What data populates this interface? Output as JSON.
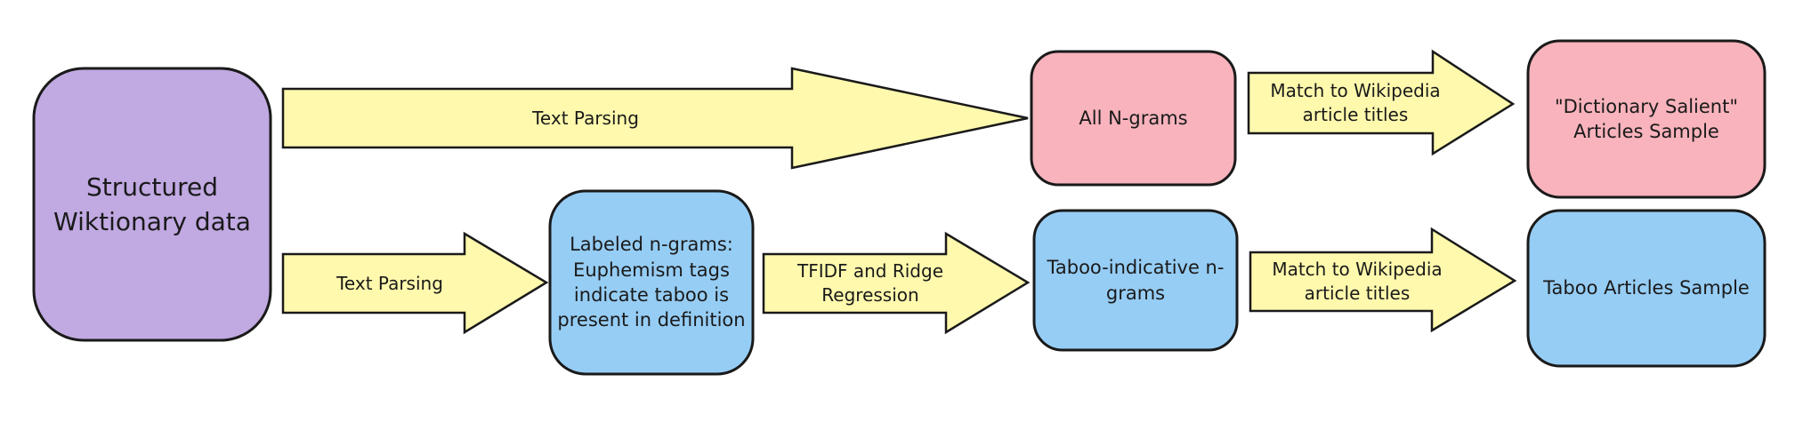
{
  "colors": {
    "purple_box": "#c1a9e2",
    "pink_box": "#f8b3bc",
    "blue_box": "#96cdf5",
    "arrow_fill": "#fff9ad",
    "outline": "#1a1a1a"
  },
  "nodes": {
    "source": "Structured\nWiktionary data",
    "all_ngrams": "All N-grams",
    "dictionary_salient": "\"Dictionary Salient\"\nArticles Sample",
    "labeled_ngrams": "Labeled n-grams:\nEuphemism tags\nindicate taboo is\npresent in definition",
    "taboo_indicative": "Taboo-indicative n-\ngrams",
    "taboo_articles": "Taboo Articles Sample"
  },
  "arrows": {
    "top_parse": "Text Parsing",
    "top_match": "Match to Wikipedia\narticle titles",
    "bottom_parse": "Text Parsing",
    "bottom_tfidf": "TFIDF and Ridge\nRegression",
    "bottom_match": "Match to Wikipedia\narticle titles"
  }
}
